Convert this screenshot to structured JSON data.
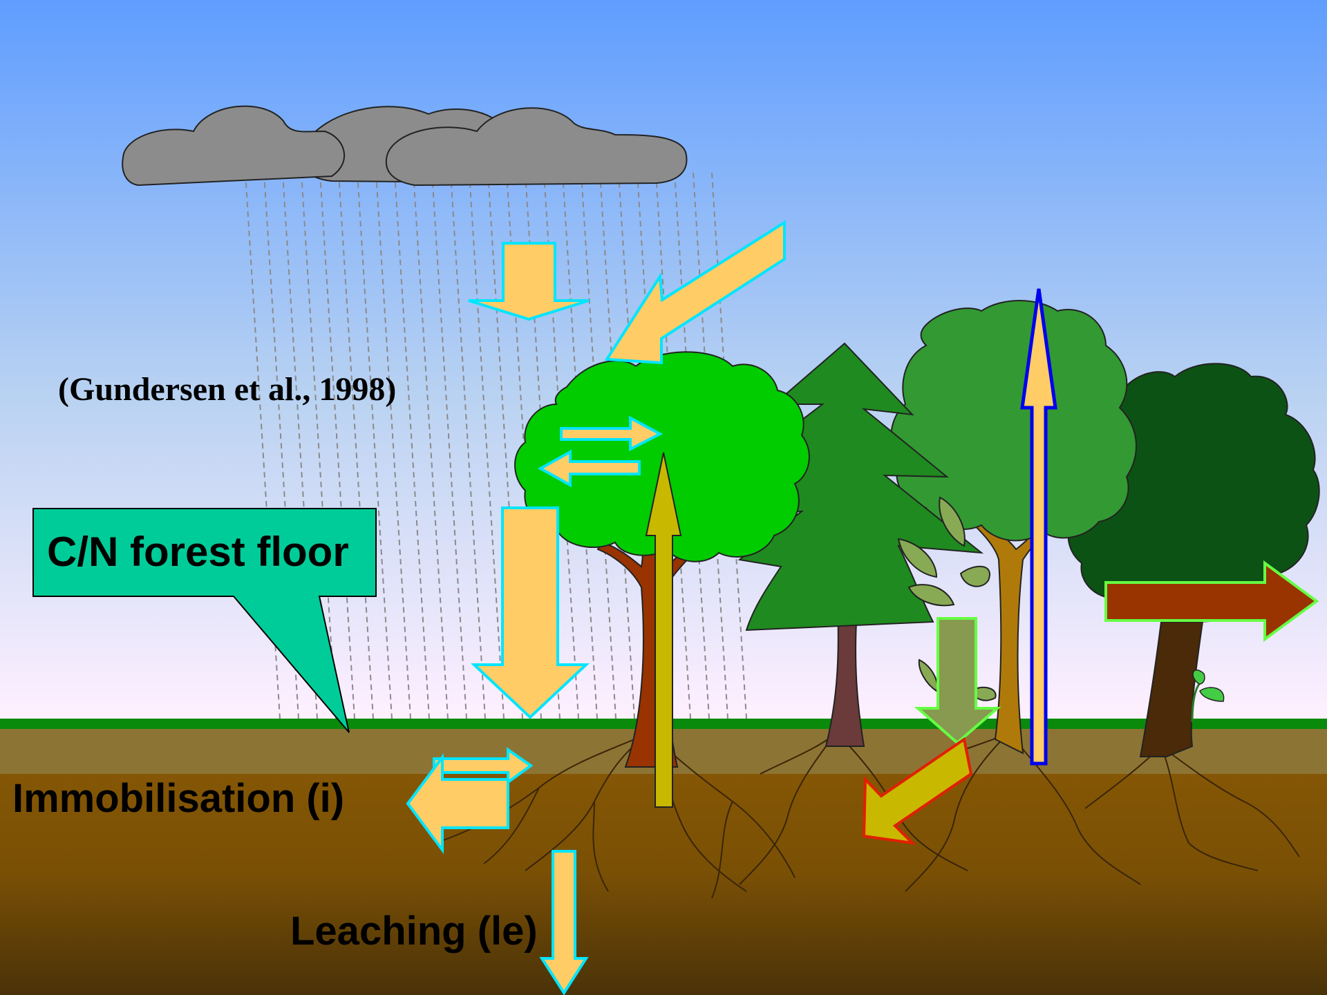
{
  "citation": "(Gundersen et al., 1998)",
  "callout": {
    "text": "C/N forest floor"
  },
  "labels": {
    "immobilisation": "Immobilisation (i)",
    "leaching": "Leaching (le)"
  },
  "colors": {
    "sky_top": "#5f9dff",
    "sky_bottom": "#fff0ff",
    "soil": "#8a5c0a",
    "grass": "#0a8a0a",
    "flux_arrow": "#ffcc66",
    "arrow_outline": "#00e5ff",
    "callout_fill": "#00cc99"
  },
  "icons": [
    "cloud-icon",
    "rain-icon",
    "tree-icon",
    "fir-tree-icon",
    "leaf-icon",
    "seedling-icon",
    "root-icon",
    "arrow-icon"
  ]
}
